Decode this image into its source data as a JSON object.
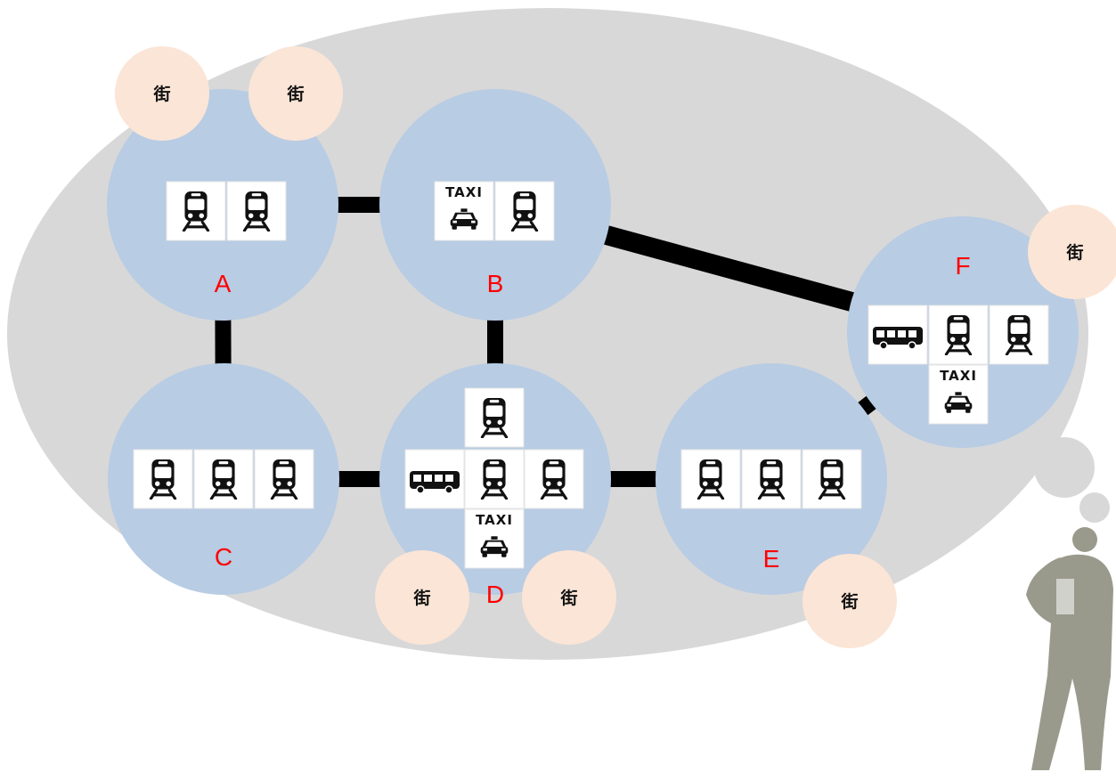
{
  "colors": {
    "background": "#ffffff",
    "bubble": "#d8d8d8",
    "station": "#b8cce4",
    "town": "#fbe5d6",
    "connection": "#000000",
    "label": "#ff0000",
    "tile": "#ffffff",
    "icon": "#111111",
    "person": "#9a9a8c"
  },
  "icons": {
    "train": "train-icon",
    "bus": "bus-icon",
    "taxi": "taxi-icon"
  },
  "taxi_text": "TAXI",
  "stations": [
    {
      "id": "A",
      "label": "A",
      "services": [
        "train",
        "train"
      ]
    },
    {
      "id": "B",
      "label": "B",
      "services": [
        "taxi",
        "train"
      ]
    },
    {
      "id": "C",
      "label": "C",
      "services": [
        "train",
        "train",
        "train"
      ]
    },
    {
      "id": "D",
      "label": "D",
      "services": [
        "train",
        "bus",
        "train",
        "train",
        "taxi"
      ]
    },
    {
      "id": "E",
      "label": "E",
      "services": [
        "train",
        "train",
        "train"
      ]
    },
    {
      "id": "F",
      "label": "F",
      "services": [
        "bus",
        "train",
        "train",
        "taxi"
      ]
    }
  ],
  "connections": [
    {
      "from": "A",
      "to": "B"
    },
    {
      "from": "A",
      "to": "C"
    },
    {
      "from": "B",
      "to": "D"
    },
    {
      "from": "B",
      "to": "F"
    },
    {
      "from": "C",
      "to": "D"
    },
    {
      "from": "D",
      "to": "E"
    },
    {
      "from": "E",
      "to": "F"
    }
  ],
  "towns": [
    {
      "near": "A",
      "label": "街"
    },
    {
      "near": "A",
      "label": "街"
    },
    {
      "near": "F",
      "label": "街"
    },
    {
      "near": "D",
      "label": "街"
    },
    {
      "near": "D",
      "label": "街"
    },
    {
      "near": "E",
      "label": "街"
    }
  ]
}
